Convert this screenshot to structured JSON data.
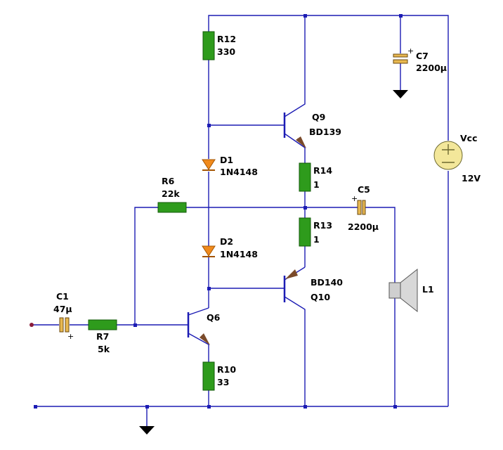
{
  "schematic": {
    "colors": {
      "wire": "#1c1cb4",
      "resistor": "#2e9b1c",
      "diode": "#f08a1c",
      "capacitor_fill": "#e8b850",
      "source": "#f3e79a",
      "speaker": "#cfcfcf"
    },
    "components": {
      "r12": {
        "name": "R12",
        "value": "330"
      },
      "r14": {
        "name": "R14",
        "value": "1"
      },
      "r13": {
        "name": "R13",
        "value": "1"
      },
      "r6": {
        "name": "R6",
        "value": "22k"
      },
      "r7": {
        "name": "R7",
        "value": "5k"
      },
      "r10": {
        "name": "R10",
        "value": "33"
      },
      "d1": {
        "name": "D1",
        "value": "1N4148"
      },
      "d2": {
        "name": "D2",
        "value": "1N4148"
      },
      "c1": {
        "name": "C1",
        "value": "47μ"
      },
      "c5": {
        "name": "C5",
        "value": "2200μ"
      },
      "c7": {
        "name": "C7",
        "value": "2200μ"
      },
      "q9": {
        "name": "Q9",
        "value": "BD139"
      },
      "q10": {
        "name": "Q10",
        "value": "BD140"
      },
      "q6": {
        "name": "Q6"
      },
      "vcc": {
        "name": "Vcc",
        "value": "12V"
      },
      "l1": {
        "name": "L1"
      }
    },
    "polarity": {
      "plus": "+"
    }
  }
}
